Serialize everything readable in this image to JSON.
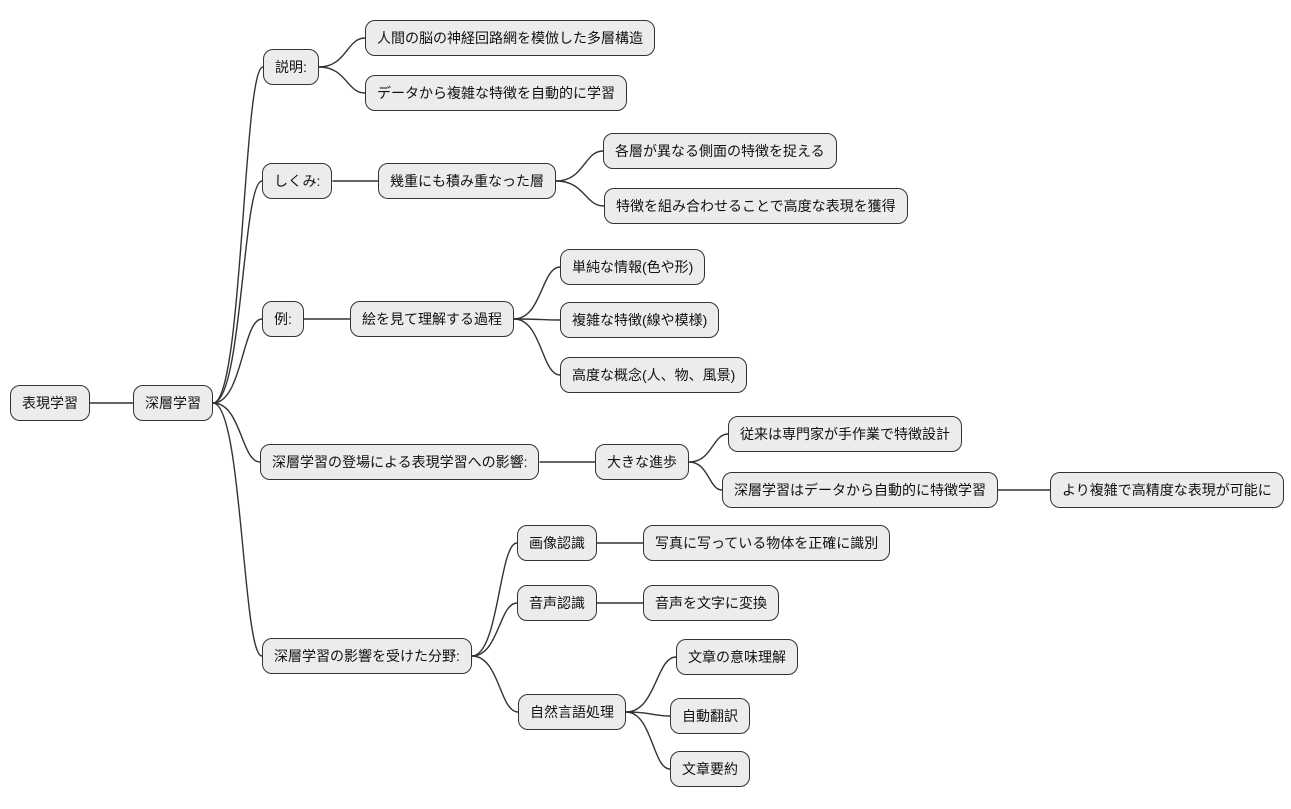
{
  "diagram": {
    "type": "mindmap",
    "style": {
      "node_fill": "#ececec",
      "node_border": "#333333",
      "link_color": "#333333",
      "text_color": "#111111",
      "background": "#ffffff"
    },
    "nodes": {
      "root": "表現学習",
      "deep": "深層学習",
      "desc": "説明:",
      "desc1": "人間の脳の神経回路網を模倣した多層構造",
      "desc2": "データから複雑な特徴を自動的に学習",
      "mech": "しくみ:",
      "mech1": "幾重にも積み重なった層",
      "mech1a": "各層が異なる側面の特徴を捉える",
      "mech1b": "特徴を組み合わせることで高度な表現を獲得",
      "example": "例:",
      "ex1": "絵を見て理解する過程",
      "ex1a": "単純な情報(色や形)",
      "ex1b": "複雑な特徴(線や模様)",
      "ex1c": "高度な概念(人、物、風景)",
      "impact": "深層学習の登場による表現学習への影響:",
      "imp1": "大きな進歩",
      "imp1a": "従来は専門家が手作業で特徴設計",
      "imp1b": "深層学習はデータから自動的に特徴学習",
      "imp1b1": "より複雑で高精度な表現が可能に",
      "fields": "深層学習の影響を受けた分野:",
      "f1": "画像認識",
      "f1a": "写真に写っている物体を正確に識別",
      "f2": "音声認識",
      "f2a": "音声を文字に変換",
      "f3": "自然言語処理",
      "f3a": "文章の意味理解",
      "f3b": "自動翻訳",
      "f3c": "文章要約"
    },
    "edges": [
      [
        "root",
        "deep"
      ],
      [
        "deep",
        "desc"
      ],
      [
        "deep",
        "mech"
      ],
      [
        "deep",
        "example"
      ],
      [
        "deep",
        "impact"
      ],
      [
        "deep",
        "fields"
      ],
      [
        "desc",
        "desc1"
      ],
      [
        "desc",
        "desc2"
      ],
      [
        "mech",
        "mech1"
      ],
      [
        "mech1",
        "mech1a"
      ],
      [
        "mech1",
        "mech1b"
      ],
      [
        "example",
        "ex1"
      ],
      [
        "ex1",
        "ex1a"
      ],
      [
        "ex1",
        "ex1b"
      ],
      [
        "ex1",
        "ex1c"
      ],
      [
        "impact",
        "imp1"
      ],
      [
        "imp1",
        "imp1a"
      ],
      [
        "imp1",
        "imp1b"
      ],
      [
        "imp1b",
        "imp1b1"
      ],
      [
        "fields",
        "f1"
      ],
      [
        "fields",
        "f2"
      ],
      [
        "fields",
        "f3"
      ],
      [
        "f1",
        "f1a"
      ],
      [
        "f2",
        "f2a"
      ],
      [
        "f3",
        "f3a"
      ],
      [
        "f3",
        "f3b"
      ],
      [
        "f3",
        "f3c"
      ]
    ]
  }
}
